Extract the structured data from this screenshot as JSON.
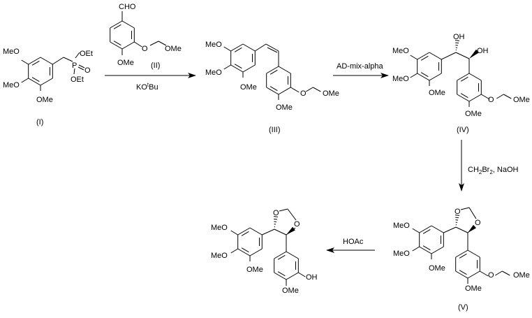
{
  "labels": {
    "MeO": "MeO",
    "OMe": "OMe",
    "OEt": "OEt",
    "O": "O",
    "P": "P",
    "OH": "OH",
    "CHO": "CHO"
  },
  "compounds": {
    "c1": "(I)",
    "c2": "(II)",
    "c3": "(III)",
    "c4": "(IV)",
    "c5": "(V)"
  },
  "reagents": {
    "step1": {
      "main": "KO",
      "sup": "t",
      "tail": "Bu"
    },
    "step2": "AD-mix-alpha",
    "step3": {
      "a": "CH",
      "sub1": "2",
      "b": "Br",
      "sub2": "2",
      "c": ", NaOH"
    },
    "step4": "HOAc"
  }
}
